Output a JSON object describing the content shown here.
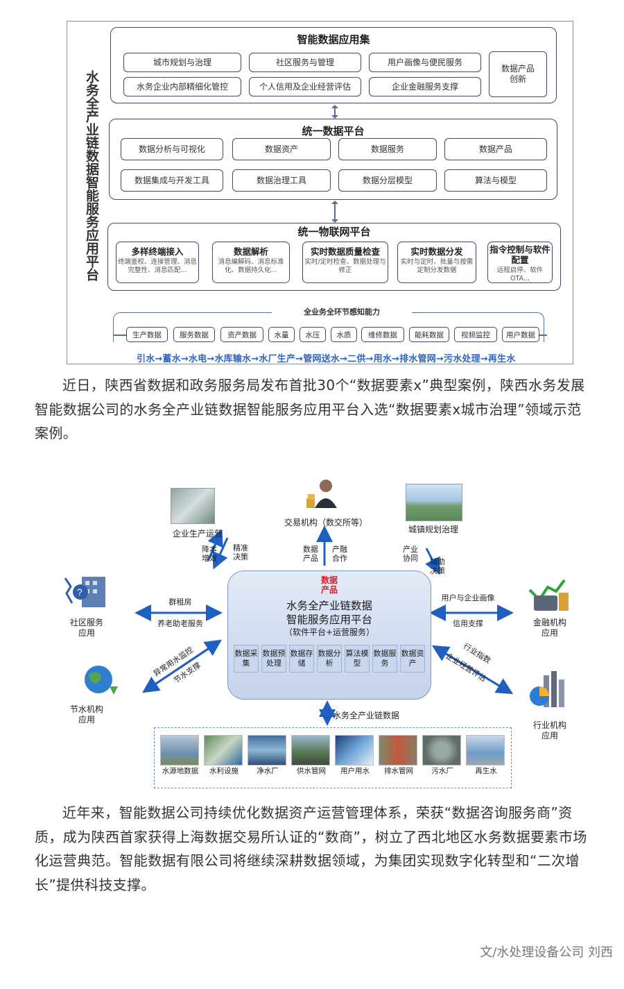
{
  "figure1": {
    "vertical_title": "水务全产业链数据智能服务应用平台",
    "apps": {
      "title": "智能数据应用集",
      "items": [
        "城市规划与治理",
        "社区服务与管理",
        "用户画像与便民服务",
        "水务企业内部精细化管控",
        "个人信用及企业经营评估",
        "企业金融服务支撑"
      ],
      "side_item": "数据产品创新"
    },
    "data_platform": {
      "title": "统一数据平台",
      "items": [
        "数据分析与可视化",
        "数据资产",
        "数据服务",
        "数据产品",
        "数据集成与开发工具",
        "数据治理工具",
        "数据分层模型",
        "算法与模型"
      ]
    },
    "iot_platform": {
      "title": "统一物联网平台",
      "modules": [
        {
          "title": "多样终端接入",
          "desc": "终端鉴权、连接管理、消息完整性、消息匹配..."
        },
        {
          "title": "数据解析",
          "desc": "消息编解码、消息标准化、数据持久化..."
        },
        {
          "title": "实时数据质量检查",
          "desc": "实时/定时检查、数据处理与修正"
        },
        {
          "title": "实时数据分发",
          "desc": "实时与定时、批量与按需定制分发数据"
        },
        {
          "title": "指令控制与软件配置",
          "desc": "远程启停、软件OTA..."
        }
      ]
    },
    "sensing": {
      "title": "全业务全环节感知能力",
      "items": [
        "生产数据",
        "服务数据",
        "资产数据",
        "水量",
        "水压",
        "水质",
        "维修数据",
        "能耗数据",
        "视频监控",
        "用户数据"
      ]
    },
    "chain": "引水→蓄水→水电→水库输水→水厂生产→管网送水→二供→用水→排水管网→污水处理→再生水"
  },
  "paragraph1": "近日，陕西省数据和政务服务局发布首批30个“数据要素x”典型案例，陕西水务发展智能数据公司的水务全产业链数据智能服务应用平台入选“数据要素x城市治理”领域示范案例。",
  "paragraph1_lines": [
    "近日，陕西省数据和政务服务局发布首批30个“数据要素x”典型案例，陕西水务发展",
    "智能数据公司的水务全产业链数据智能服务应用平台入选“数据要素x城市治理”领域示范",
    "案例。"
  ],
  "figure2": {
    "core_title_1": "水务全产业链数据",
    "core_title_2": "智能服务应用平台",
    "core_subtitle": "（软件平台+运营服务）",
    "data_product": "数据产品",
    "modules": [
      "数据采集",
      "数据预处理",
      "数据存储",
      "数据分析",
      "算法模型",
      "数据服务",
      "数据资产"
    ],
    "nodes": {
      "enterprise": "企业生产运营",
      "exchange": "交易机构（数交所等）",
      "urban": "城镇规划治理",
      "community": "社区服务应用",
      "finance": "金融机构应用",
      "water_saving": "节水机构应用",
      "industry": "行业机构应用"
    },
    "edge_labels": {
      "enterprise_in": "降本增效",
      "enterprise_out": "精准决策",
      "exchange_in": "数据产品",
      "exchange_out": "产融合作",
      "urban_in": "产业协同",
      "urban_out": "辅助决策",
      "community_top": "群租房",
      "community_bottom": "养老助老服务",
      "finance_top": "用户与企业画像",
      "finance_bottom": "信用支撑",
      "water_top": "异常用水监控",
      "water_bottom": "节水支撑",
      "industry_top": "行业指数",
      "industry_bottom": "企业经营评估",
      "bottom": "水务全产业链数据"
    },
    "sources": [
      "水源地数据",
      "水利设施",
      "净水厂",
      "供水管网",
      "用户用水",
      "排水管网",
      "污水厂",
      "再生水"
    ]
  },
  "paragraph2_lines": [
    "近年来，智能数据公司持续优化数据资产运营管理体系，荣获“数据咨询服务商”资",
    "质，成为陕西首家获得上海数据交易所认证的“数商”，树立了西北地区水务数据要素市场",
    "化运营典范。智能数据有限公司将继续深耕数据领域，为集团实现数字化转型和“二次增",
    "长”提供科技支撑。"
  ],
  "author": "文/水处理设备公司 刘西",
  "colors": {
    "panel_border": "#3f4a66",
    "chain_text": "#2a66c8",
    "core_fill": "#c5d3ec",
    "data_product": "#d0202a"
  }
}
